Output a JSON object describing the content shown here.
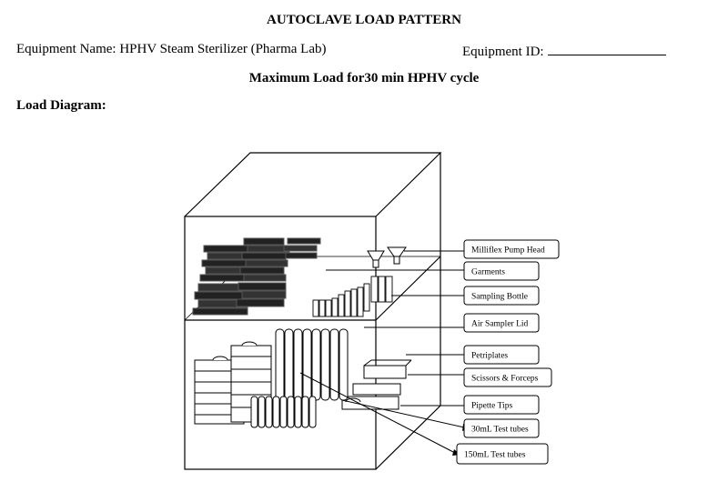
{
  "document": {
    "title": "AUTOCLAVE LOAD PATTERN",
    "equipment_name_label": "Equipment Name:",
    "equipment_name_value": "HPHV Steam Sterilizer (Pharma Lab)",
    "equipment_id_label": "Equipment ID:",
    "subtitle": "Maximum Load for30 min HPHV cycle",
    "section_heading": "Load Diagram:"
  },
  "diagram": {
    "labels": [
      "Milliflex Pump Head",
      "Garments",
      "Sampling Bottle",
      "Air Sampler Lid",
      "Petriplates",
      "Scissors & Forceps",
      "Pipette Tips",
      "30mL Test tubes",
      "150mL Test tubes"
    ]
  }
}
